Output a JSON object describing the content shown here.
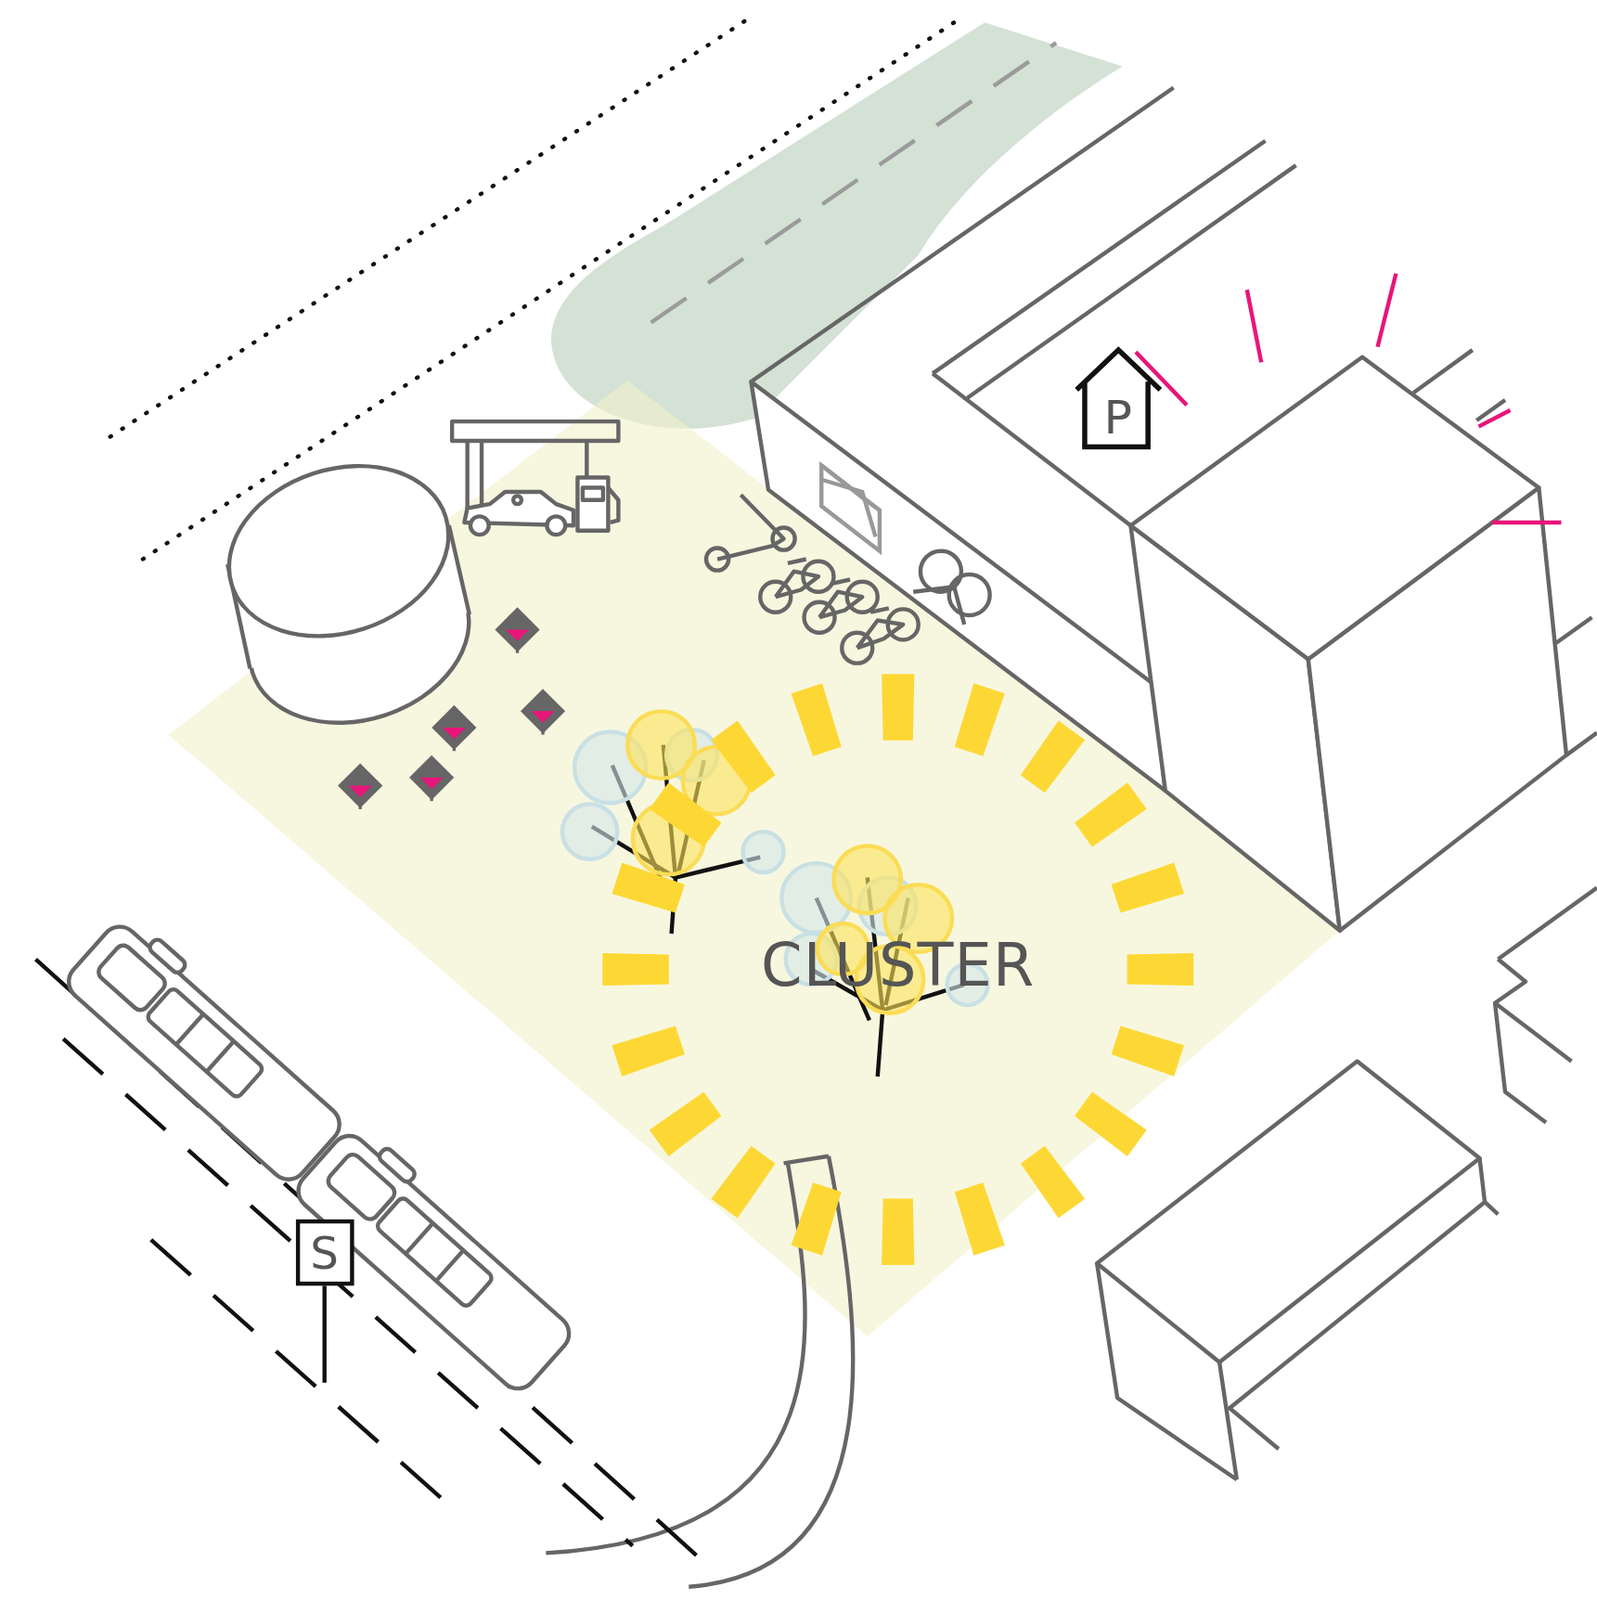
{
  "diagram": {
    "nodes": [
      {
        "text": [
          "P"
        ]
      },
      {
        "text": [
          "CLUSTER"
        ]
      },
      {
        "text": [
          "S"
        ]
      }
    ]
  }
}
